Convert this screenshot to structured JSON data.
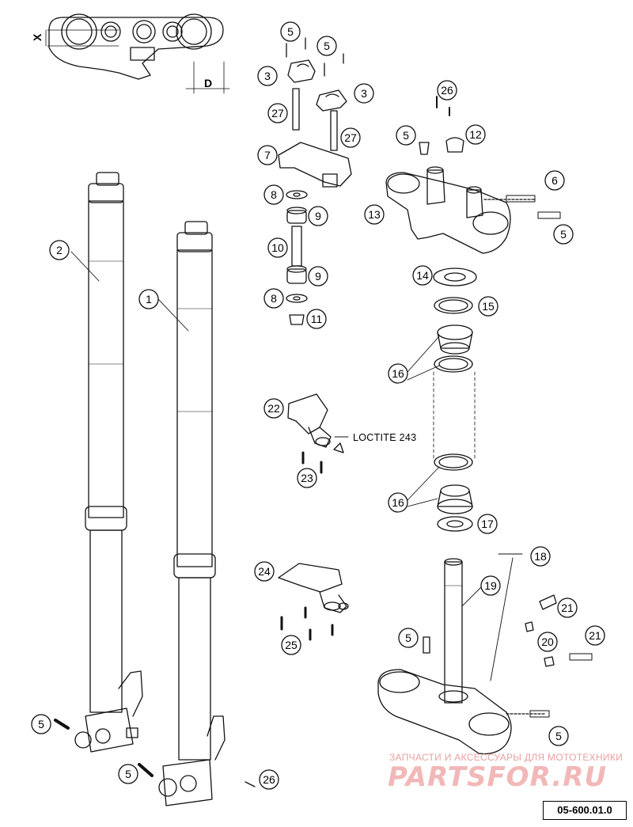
{
  "dimension_labels": {
    "x": "X",
    "d": "D"
  },
  "loctite_label": "LOCTITE 243",
  "diagram_code": "05-600.01.0",
  "watermark": {
    "line1": "ЗАПЧАСТИ И АКСЕССУАРЫ ДЛЯ МОТОТЕХНИКИ",
    "line2": "PARTSFOR.RU"
  },
  "callouts": [
    {
      "n": "1"
    },
    {
      "n": "2"
    },
    {
      "n": "3"
    },
    {
      "n": "3"
    },
    {
      "n": "5"
    },
    {
      "n": "5"
    },
    {
      "n": "5"
    },
    {
      "n": "5"
    },
    {
      "n": "5"
    },
    {
      "n": "5"
    },
    {
      "n": "5"
    },
    {
      "n": "5"
    },
    {
      "n": "6"
    },
    {
      "n": "7"
    },
    {
      "n": "8"
    },
    {
      "n": "8"
    },
    {
      "n": "9"
    },
    {
      "n": "9"
    },
    {
      "n": "10"
    },
    {
      "n": "11"
    },
    {
      "n": "12"
    },
    {
      "n": "13"
    },
    {
      "n": "14"
    },
    {
      "n": "15"
    },
    {
      "n": "16"
    },
    {
      "n": "16"
    },
    {
      "n": "17"
    },
    {
      "n": "18"
    },
    {
      "n": "19"
    },
    {
      "n": "20"
    },
    {
      "n": "21"
    },
    {
      "n": "21"
    },
    {
      "n": "22"
    },
    {
      "n": "23"
    },
    {
      "n": "24"
    },
    {
      "n": "25"
    },
    {
      "n": "26"
    },
    {
      "n": "26"
    },
    {
      "n": "27"
    },
    {
      "n": "27"
    }
  ]
}
